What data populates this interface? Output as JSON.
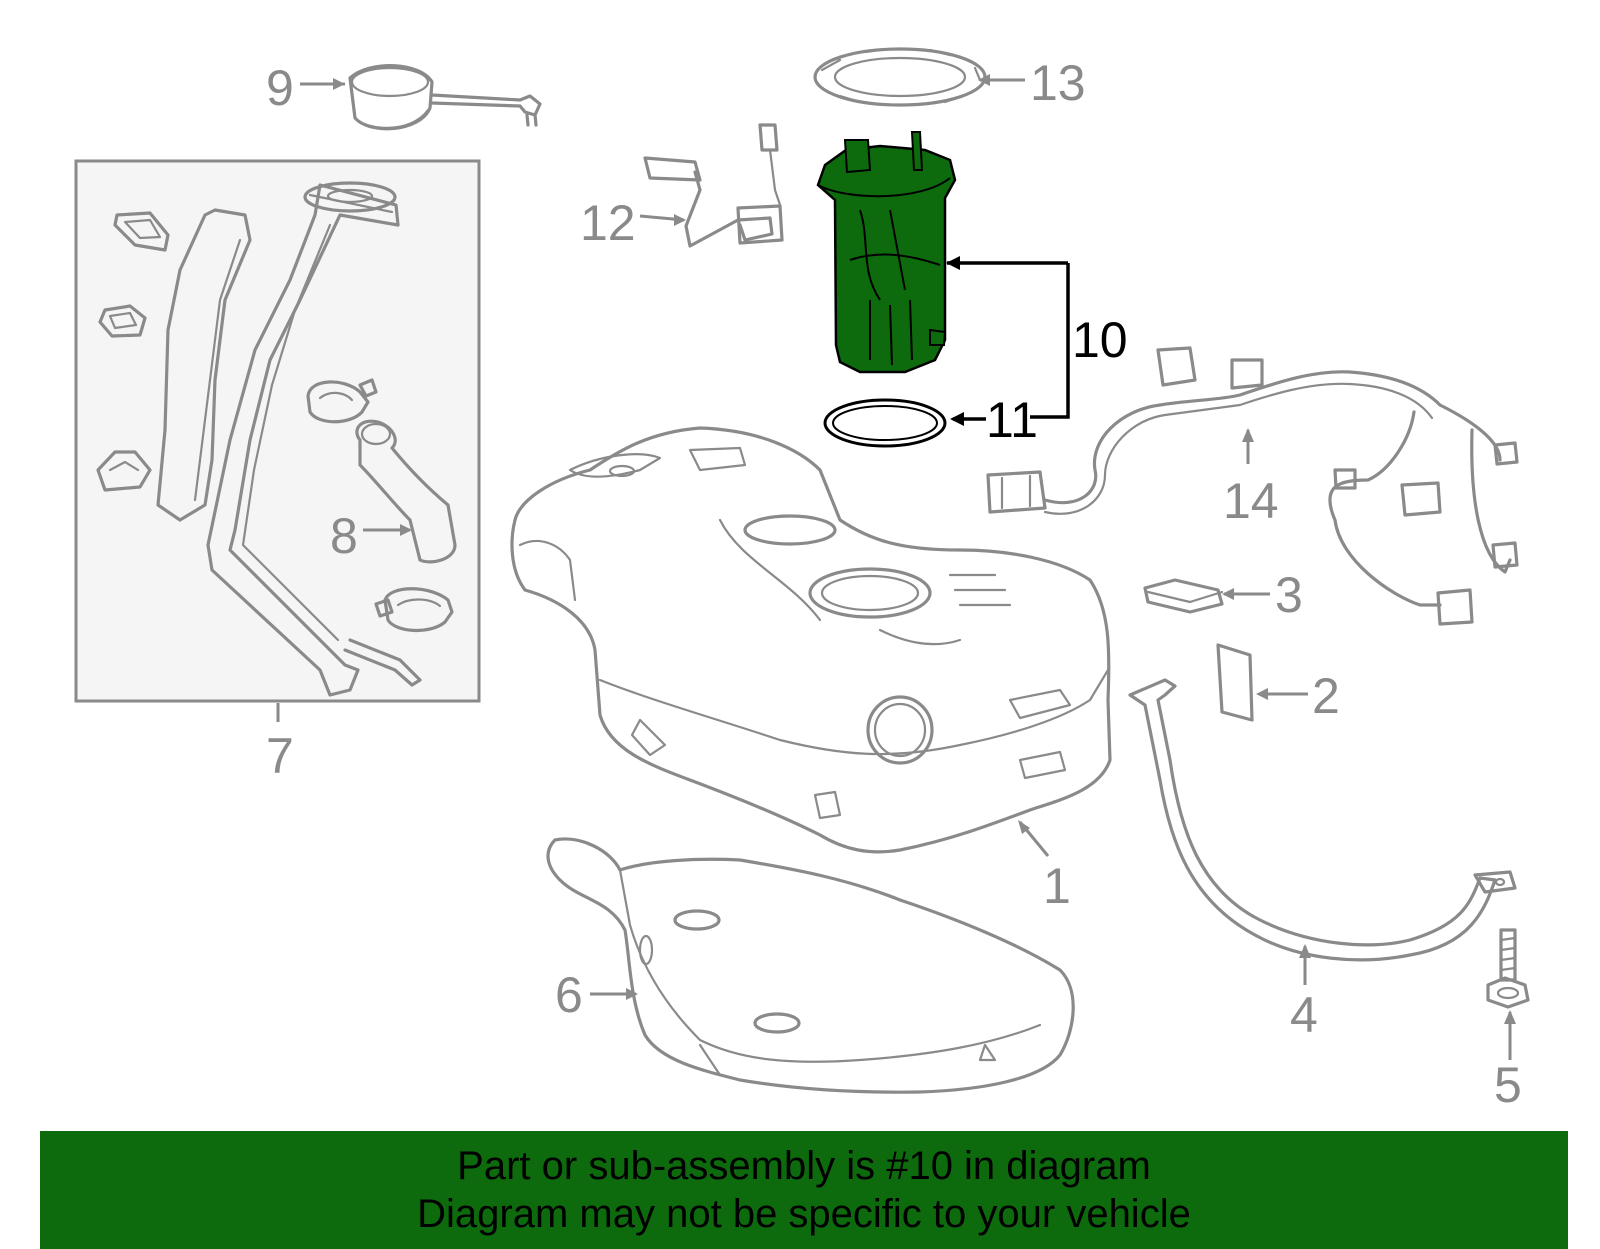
{
  "callouts": {
    "c1": "1",
    "c2": "2",
    "c3": "3",
    "c4": "4",
    "c5": "5",
    "c6": "6",
    "c7": "7",
    "c8": "8",
    "c9": "9",
    "c10": "10",
    "c11": "11",
    "c12": "12",
    "c13": "13",
    "c14": "14"
  },
  "highlight": {
    "part_number": "10",
    "color": "#0d6b0d"
  },
  "footer": {
    "line1": "Part or sub-assembly is #10 in diagram",
    "line2": "Diagram may not be specific to your vehicle",
    "background": "#0d6b0d"
  }
}
